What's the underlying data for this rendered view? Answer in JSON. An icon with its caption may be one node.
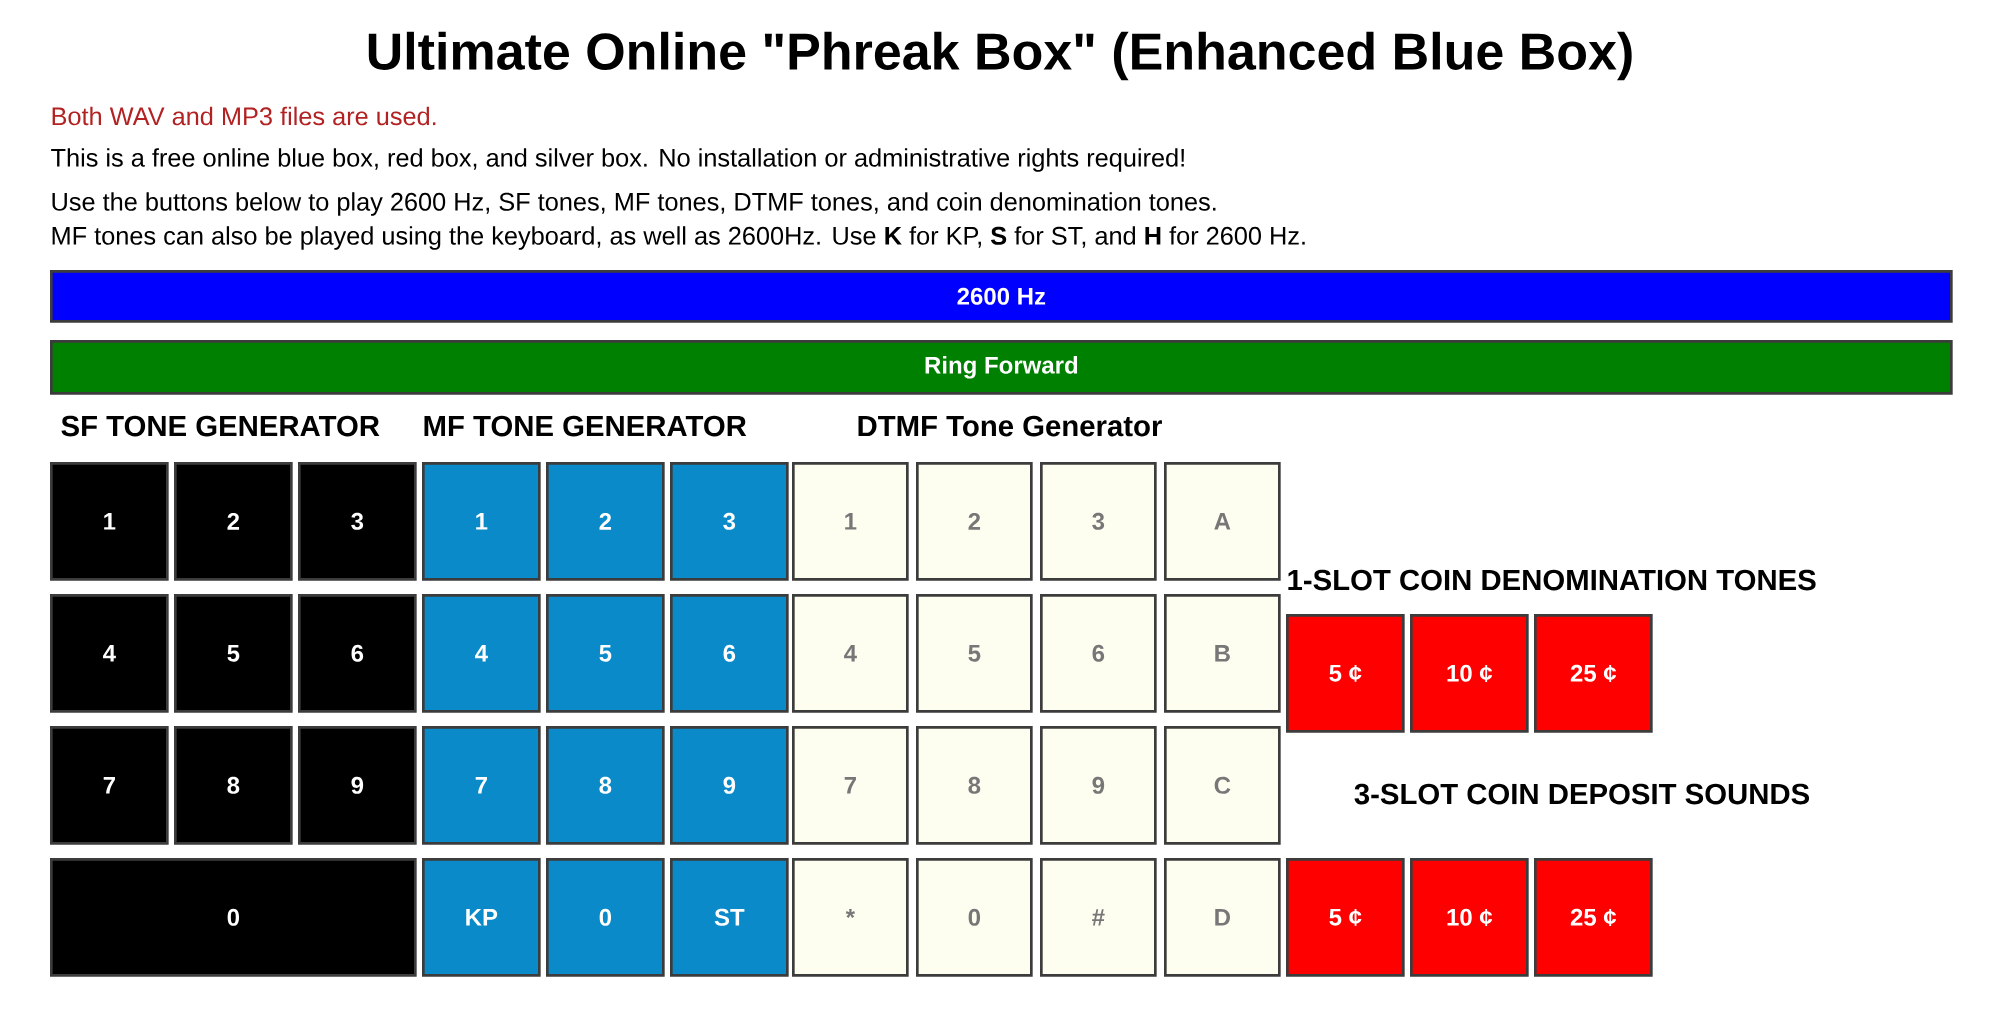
{
  "diagram": {
    "title": "Ultimate Online \"Phreak Box\" (Enhanced Blue Box)",
    "nodes": [
      {
        "text": [
          "2600 Hz"
        ]
      },
      {
        "text": [
          "Ring Forward"
        ]
      },
      {
        "text": [
          "1"
        ]
      },
      {
        "text": [
          "2"
        ]
      },
      {
        "text": [
          "3"
        ]
      },
      {
        "text": [
          "1"
        ]
      },
      {
        "text": [
          "2"
        ]
      },
      {
        "text": [
          "3"
        ]
      },
      {
        "text": [
          "1"
        ]
      },
      {
        "text": [
          "2"
        ]
      },
      {
        "text": [
          "3"
        ]
      },
      {
        "text": [
          "A"
        ]
      },
      {
        "text": [
          "4"
        ]
      },
      {
        "text": [
          "5"
        ]
      },
      {
        "text": [
          "6"
        ]
      },
      {
        "text": [
          "4"
        ]
      },
      {
        "text": [
          "5"
        ]
      },
      {
        "text": [
          "6"
        ]
      },
      {
        "text": [
          "4"
        ]
      },
      {
        "text": [
          "5"
        ]
      },
      {
        "text": [
          "6"
        ]
      },
      {
        "text": [
          "B"
        ]
      },
      {
        "text": [
          "5 ¢"
        ]
      },
      {
        "text": [
          "10 ¢"
        ]
      },
      {
        "text": [
          "25 ¢"
        ]
      },
      {
        "text": [
          "7"
        ]
      },
      {
        "text": [
          "8"
        ]
      },
      {
        "text": [
          "9"
        ]
      },
      {
        "text": [
          "7"
        ]
      },
      {
        "text": [
          "8"
        ]
      },
      {
        "text": [
          "9"
        ]
      },
      {
        "text": [
          "7"
        ]
      },
      {
        "text": [
          "8"
        ]
      },
      {
        "text": [
          "9"
        ]
      },
      {
        "text": [
          "C"
        ]
      },
      {
        "text": [
          "0"
        ]
      },
      {
        "text": [
          "KP"
        ]
      },
      {
        "text": [
          "0"
        ]
      },
      {
        "text": [
          "ST"
        ]
      },
      {
        "text": [
          "*"
        ]
      },
      {
        "text": [
          "0"
        ]
      },
      {
        "text": [
          "#"
        ]
      },
      {
        "text": [
          "D"
        ]
      },
      {
        "text": [
          "5 ¢"
        ]
      },
      {
        "text": [
          "10 ¢"
        ]
      },
      {
        "text": [
          "25 ¢"
        ]
      }
    ],
    "labels": [
      "Both WAV and MP3 files are used.",
      "This is a free online blue box, red box, and silver box. No installation or administrative rights required!",
      "Use the buttons below to play 2600 Hz, SF tones, MF tones, DTMF tones, and coin denomination tones.",
      "MF tones can also be played using the keyboard, as well as 2600Hz. Use **K** for KP, **S** for ST, and **H** for 2600 Hz.",
      "SF TONE GENERATOR",
      "MF TONE GENERATOR",
      "DTMF Tone Generator",
      "1-SLOT COIN DENOMINATION TONES",
      "3-SLOT COIN DEPOSIT SOUNDS"
    ]
  }
}
